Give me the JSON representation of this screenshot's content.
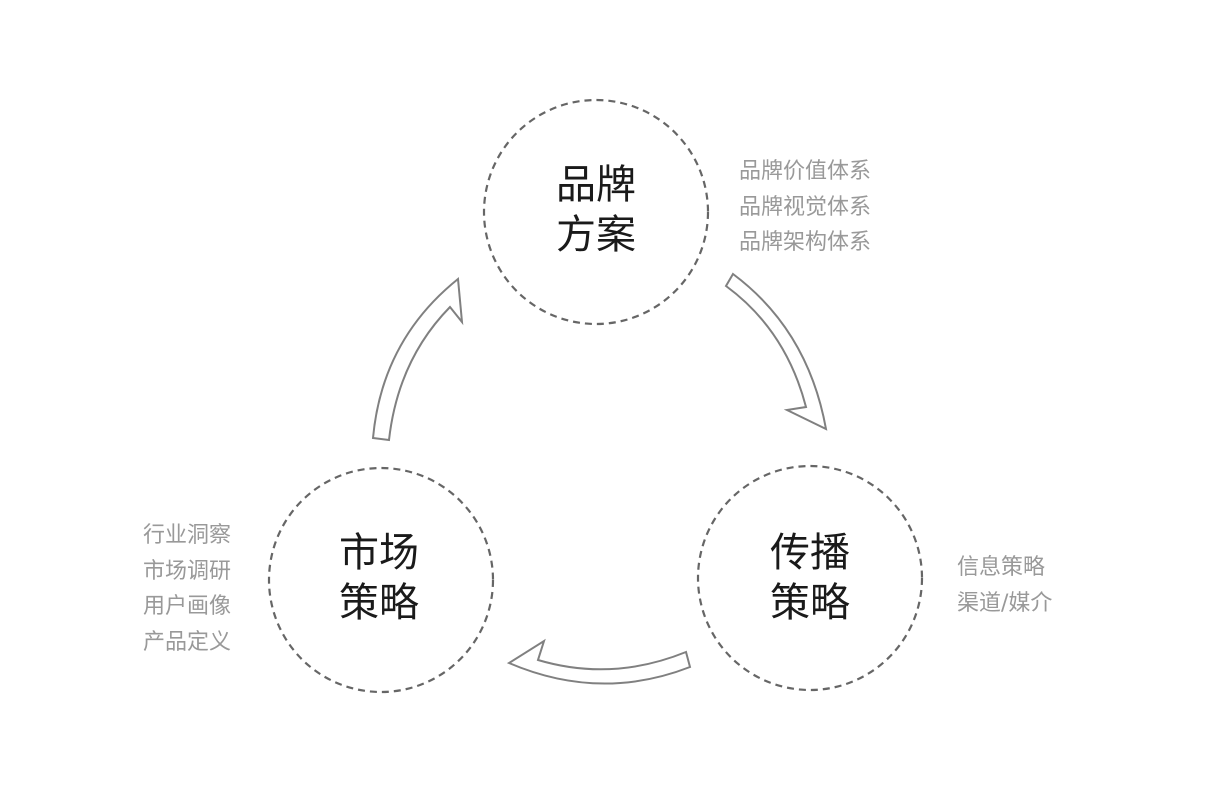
{
  "nodes": {
    "brand": {
      "line1": "品牌",
      "line2": "方案",
      "items": [
        "品牌价值体系",
        "品牌视觉体系",
        "品牌架构体系"
      ]
    },
    "market": {
      "line1": "市场",
      "line2": "策略",
      "items": [
        "行业洞察",
        "市场调研",
        "用户画像",
        "产品定义"
      ]
    },
    "spread": {
      "line1": "传播",
      "line2": "策略",
      "items": [
        "信息策略",
        "渠道/媒介"
      ]
    }
  },
  "colors": {
    "stroke": "#666666",
    "arrow": "#808080",
    "label": "#1a1a1a",
    "list": "#999999"
  }
}
